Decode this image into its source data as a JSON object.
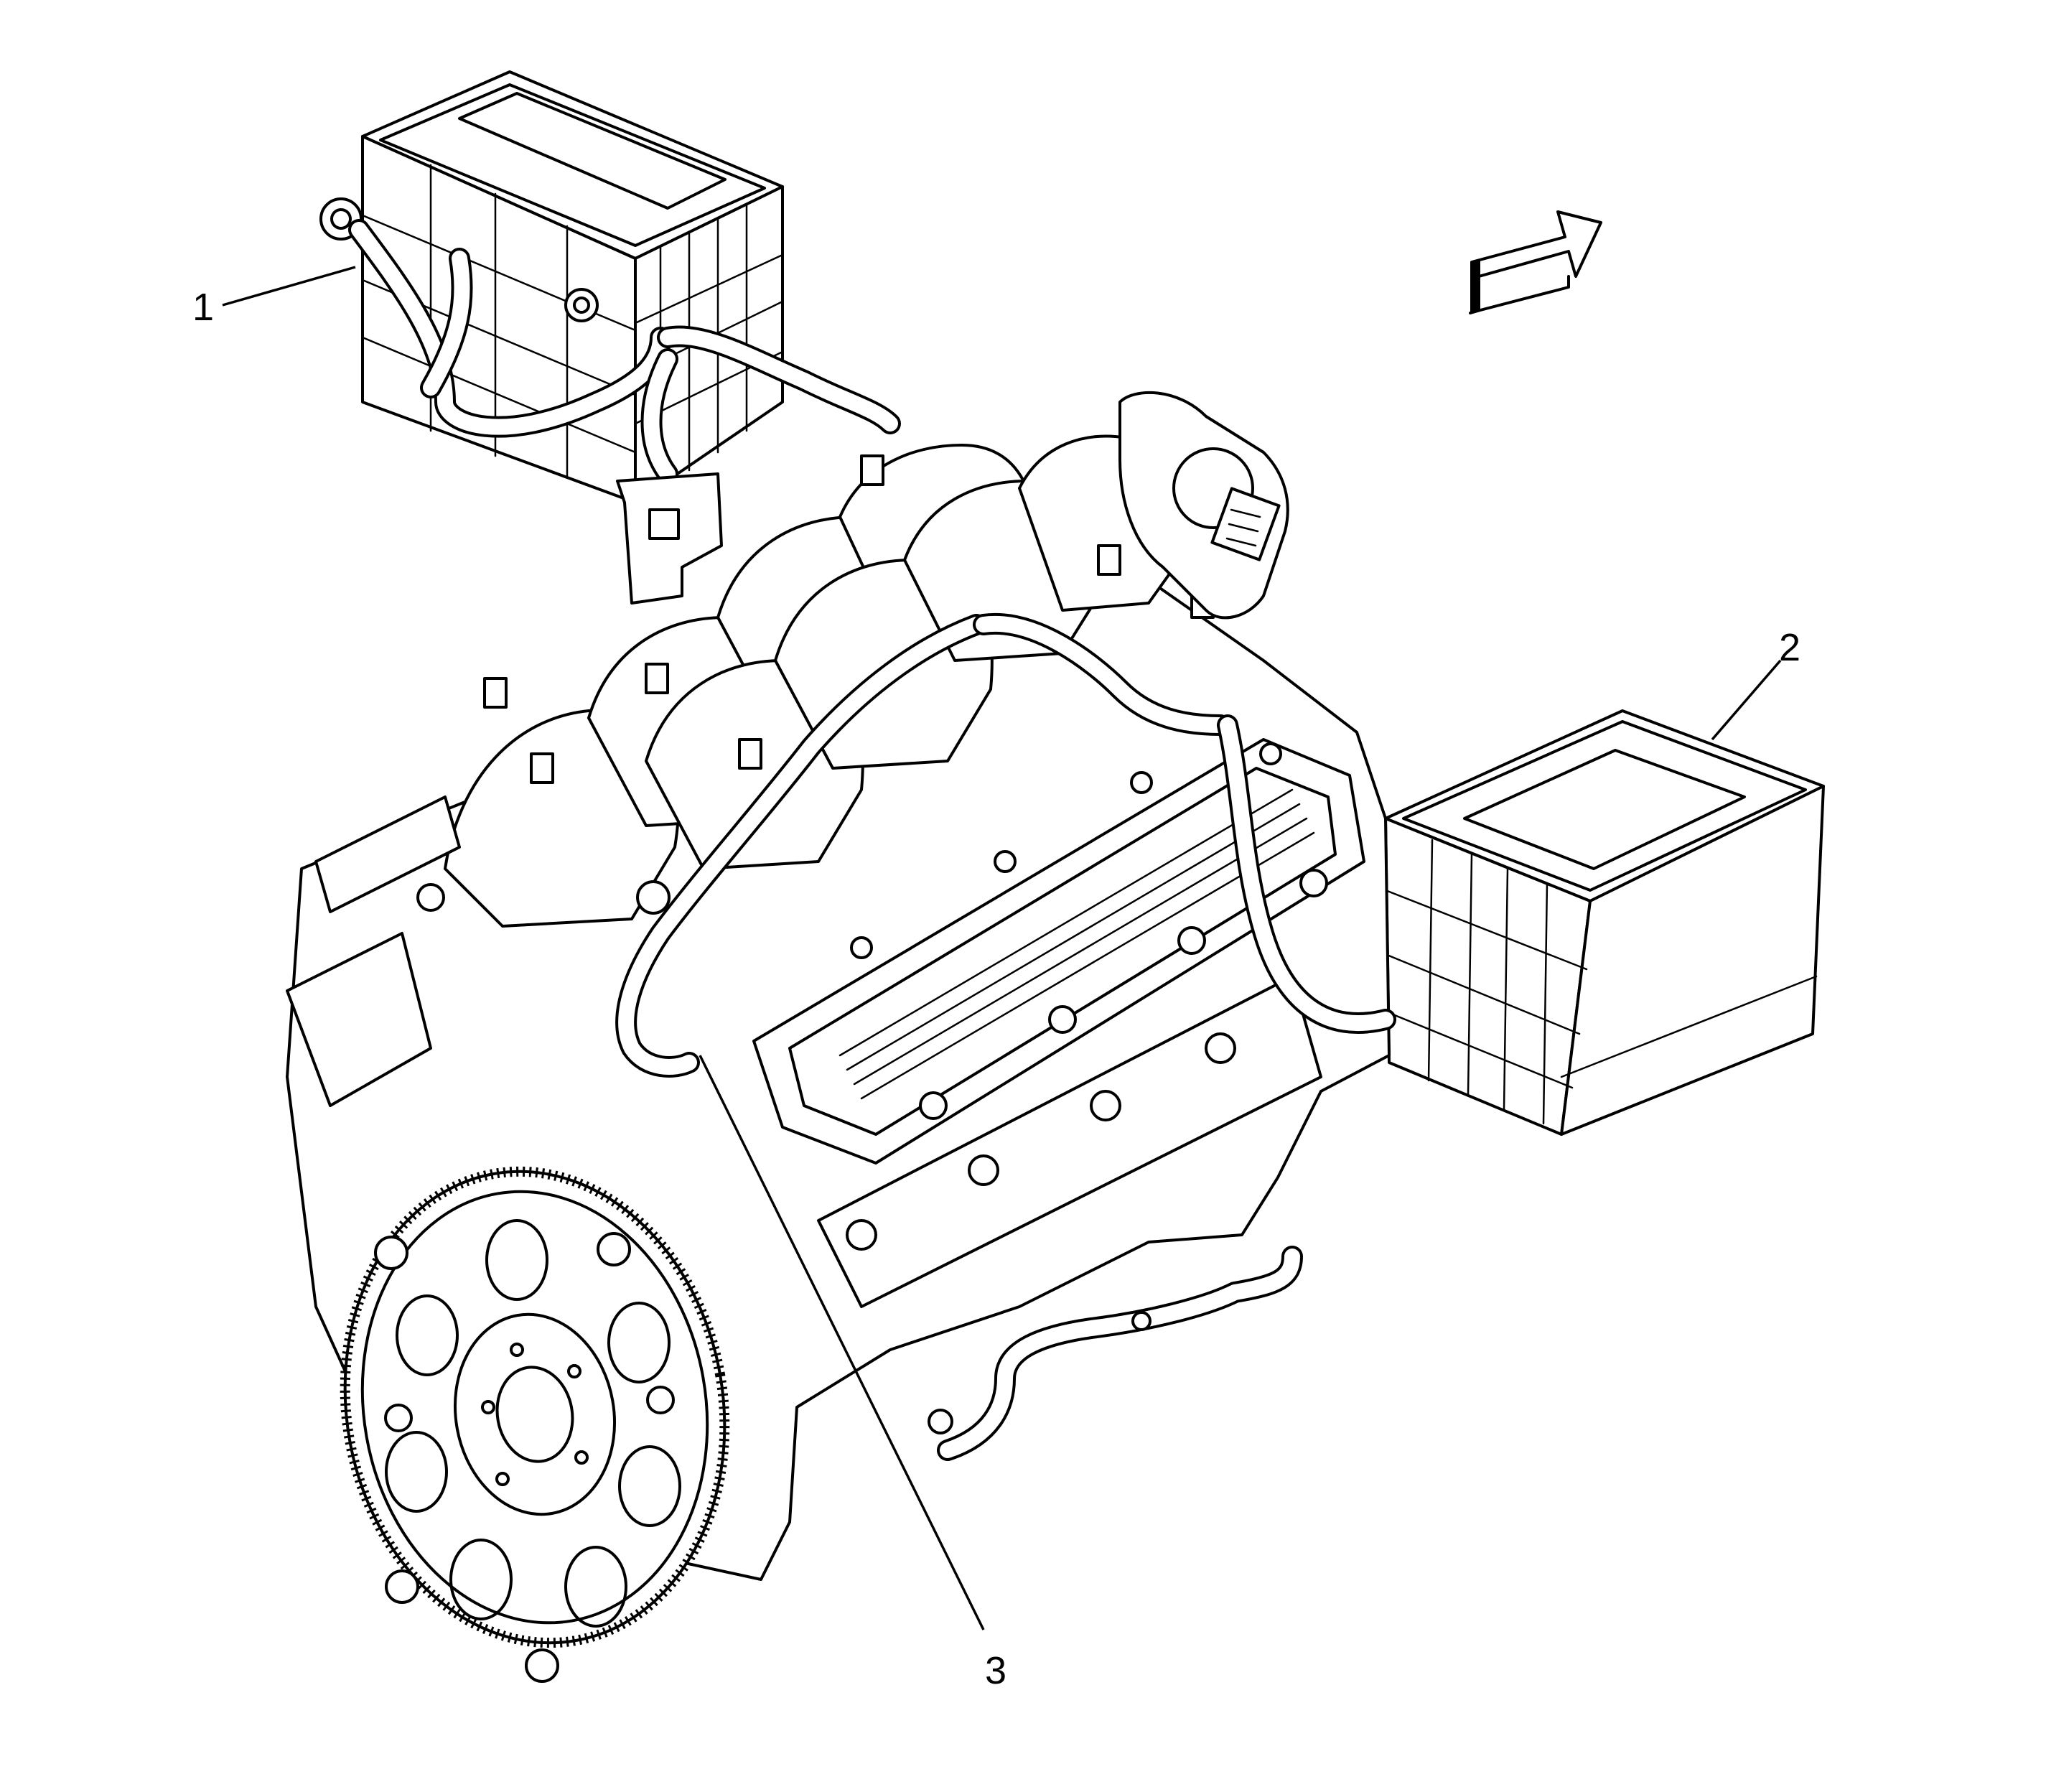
{
  "figure": {
    "callouts": [
      {
        "id": "1",
        "label": "1"
      },
      {
        "id": "2",
        "label": "2"
      },
      {
        "id": "3",
        "label": "3"
      }
    ],
    "arrow_icon": "forward-direction-arrow-icon"
  }
}
